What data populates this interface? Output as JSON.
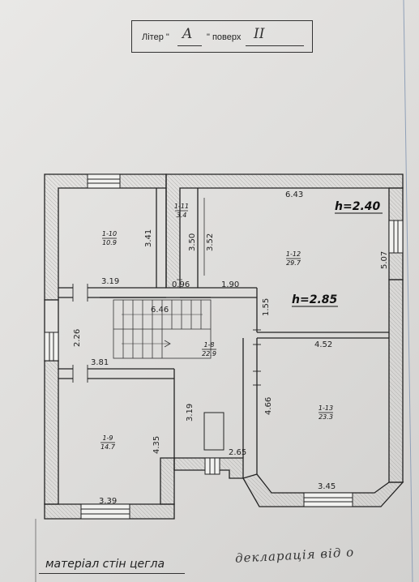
{
  "header": {
    "litera_label": "Літер \"",
    "litera_value": "A",
    "poverkh_label": "\" поверх",
    "floor_value": "II"
  },
  "plan": {
    "heights": {
      "upper_room": "h=2.40",
      "main": "h=2.85"
    },
    "rooms": [
      {
        "code": "1-10",
        "area": "10.9"
      },
      {
        "code": "1-11",
        "area": "3.4"
      },
      {
        "code": "1-12",
        "area": "29.7"
      },
      {
        "code": "1-8",
        "area": "22.9"
      },
      {
        "code": "1-9",
        "area": "14.7"
      },
      {
        "code": "1-13",
        "area": "23.3"
      }
    ],
    "dimensions": {
      "d643": "6.43",
      "d341": "3.41",
      "d319a": "3.19",
      "d350": "3.50",
      "d352": "3.52",
      "d507": "5.07",
      "d096": "0.96",
      "d190": "1.90",
      "d646": "6.46",
      "d155": "1.55",
      "d226": "2.26",
      "d381": "3.81",
      "d452": "4.52",
      "d319b": "3.19",
      "d466": "4.66",
      "d435": "4.35",
      "d265": "2.65",
      "d345": "3.45",
      "d339": "3.39"
    }
  },
  "footer": {
    "material": "матеріал стін цегла",
    "note": "декларація від о"
  }
}
